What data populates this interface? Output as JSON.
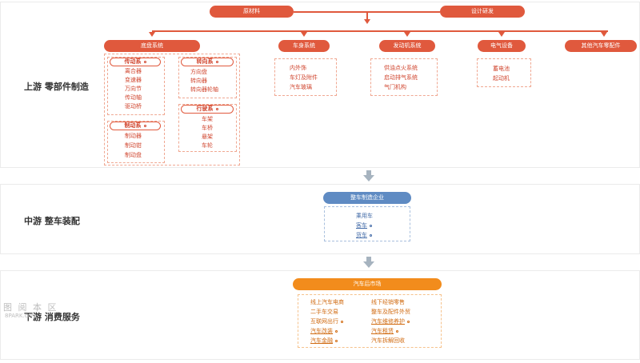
{
  "stages": {
    "upstream": "上游 零部件制造",
    "midstream": "中游 整车装配",
    "downstream": "下游 消费服务"
  },
  "top": {
    "materials": "原材料",
    "rnd": "设计研发"
  },
  "categories": {
    "chassis": "底盘系统",
    "body": "车身系统",
    "engine": "发动机系统",
    "electrical": "电气设备",
    "other": "其他汽车零配件"
  },
  "chassis": {
    "transmission": {
      "head": "传动系",
      "items": [
        "离合器",
        "变速器",
        "万向节",
        "传动轴",
        "驱动桥"
      ]
    },
    "steering": {
      "head": "转向系",
      "items": [
        "方向盘",
        "转向器",
        "转向器轮轴"
      ]
    },
    "braking": {
      "head": "制动系",
      "items": [
        "制动器",
        "制动钳",
        "制动盘"
      ]
    },
    "running": {
      "head": "行驶系",
      "items": [
        "车架",
        "车桥",
        "悬架",
        "车轮"
      ]
    }
  },
  "body_items": [
    "内外饰",
    "车灯及附件",
    "汽车玻璃"
  ],
  "engine_items": [
    "供油点火系统",
    "启动排气系统",
    "气门机构"
  ],
  "electrical_items": [
    "蓄电池",
    "起动机"
  ],
  "midstream": {
    "title": "整车制造企业",
    "items": [
      "乘用车",
      "客车",
      "货车"
    ]
  },
  "downstream": {
    "title": "汽车后市场",
    "left": [
      "线上汽车电商",
      "二手车交易",
      "互联网出行",
      "汽车改装",
      "汽车金融"
    ],
    "right": [
      "线下经销零售",
      "整车及配件外贸",
      "汽车维修养护",
      "汽车租赁",
      "汽车拆解回收"
    ]
  },
  "watermark": {
    "cn": "图 阅 本 区",
    "en": "8PARK.com"
  },
  "colors": {
    "upstream": "#e0593d",
    "midstream": "#5f8bc3",
    "downstream": "#f28c1c"
  }
}
